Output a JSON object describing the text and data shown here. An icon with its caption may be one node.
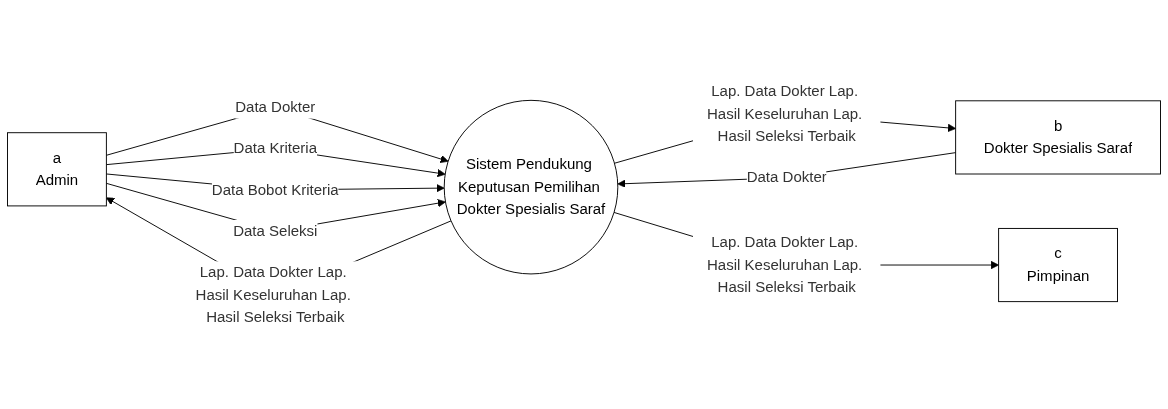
{
  "diagram": {
    "nodes": [
      {
        "text": [
          "a",
          "Admin"
        ]
      },
      {
        "text": [
          "Sistem Pendukung Keputusan Pemilihan Dokter Spesialis Saraf"
        ]
      },
      {
        "text": [
          "b",
          "Dokter Spesialis Saraf"
        ]
      },
      {
        "text": [
          "c",
          "Pimpinan"
        ]
      }
    ],
    "edges": [
      {
        "from": 0,
        "to": 1,
        "arrow": "to",
        "label": "Data Dokter"
      },
      {
        "from": 0,
        "to": 1,
        "arrow": "to",
        "label": "Data Kriteria"
      },
      {
        "from": 0,
        "to": 1,
        "arrow": "to",
        "label": "Data Bobot Kriteria"
      },
      {
        "from": 0,
        "to": 1,
        "arrow": "to",
        "label": "Data Seleksi"
      },
      {
        "from": 1,
        "to": 0,
        "arrow": "to",
        "label": "Lap. Data Dokter Lap. Hasil Keseluruhan Lap. Hasil Seleksi Terbaik"
      },
      {
        "from": 2,
        "to": 1,
        "arrow": "to",
        "label": "Data Dokter"
      },
      {
        "from": 1,
        "to": 2,
        "arrow": "to",
        "label": "Lap. Data Dokter Lap. Hasil Keseluruhan Lap. Hasil Seleksi Terbaik"
      },
      {
        "from": 1,
        "to": 3,
        "arrow": "to",
        "label": "Lap. Data Dokter Lap. Hasil Keseluruhan Lap. Hasil Seleksi Terbaik"
      }
    ]
  }
}
